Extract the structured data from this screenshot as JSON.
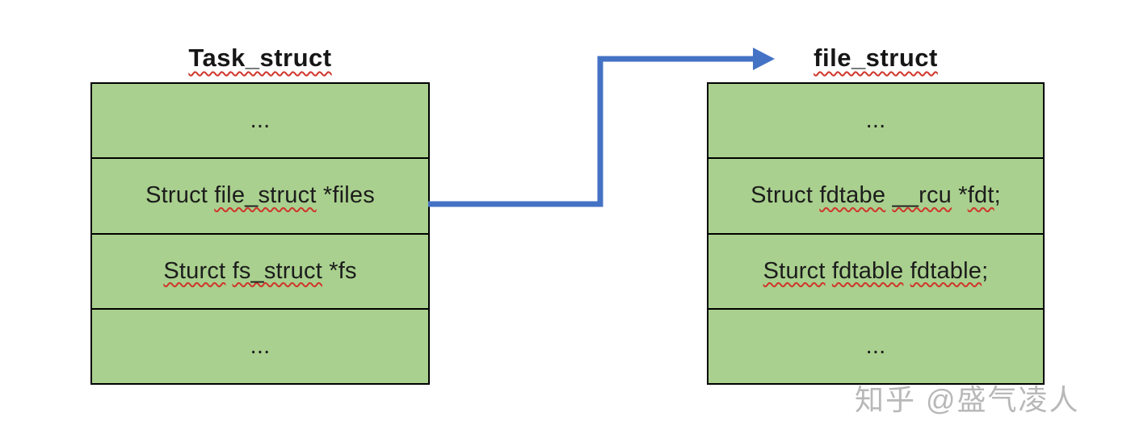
{
  "diagram": {
    "left_table": {
      "title": "Task_struct",
      "rows": [
        {
          "segments": [
            {
              "text": "...",
              "misspelled": false
            }
          ]
        },
        {
          "segments": [
            {
              "text": "Struct ",
              "misspelled": false
            },
            {
              "text": "file_struct",
              "misspelled": true
            },
            {
              "text": " *files",
              "misspelled": false
            }
          ]
        },
        {
          "segments": [
            {
              "text": "Sturct",
              "misspelled": true
            },
            {
              "text": " ",
              "misspelled": false
            },
            {
              "text": "fs_struct",
              "misspelled": true
            },
            {
              "text": " *fs",
              "misspelled": false
            }
          ]
        },
        {
          "segments": [
            {
              "text": "...",
              "misspelled": false
            }
          ]
        }
      ]
    },
    "right_table": {
      "title": "file_struct",
      "rows": [
        {
          "segments": [
            {
              "text": "...",
              "misspelled": false
            }
          ]
        },
        {
          "segments": [
            {
              "text": "Struct ",
              "misspelled": false
            },
            {
              "text": "fdtabe",
              "misspelled": true
            },
            {
              "text": " ",
              "misspelled": false
            },
            {
              "text": "__rcu",
              "misspelled": true
            },
            {
              "text": " *",
              "misspelled": false
            },
            {
              "text": "fdt",
              "misspelled": true
            },
            {
              "text": ";",
              "misspelled": false
            }
          ]
        },
        {
          "segments": [
            {
              "text": "Sturct",
              "misspelled": true
            },
            {
              "text": " ",
              "misspelled": false
            },
            {
              "text": "fdtable",
              "misspelled": true
            },
            {
              "text": " ",
              "misspelled": false
            },
            {
              "text": "fdtable",
              "misspelled": true
            },
            {
              "text": ";",
              "misspelled": false
            }
          ]
        },
        {
          "segments": [
            {
              "text": "...",
              "misspelled": false
            }
          ]
        }
      ]
    },
    "arrow": {
      "meaning": "files pointer references file_struct",
      "color": "#4472C4"
    },
    "colors": {
      "cell_fill": "#A9D08E",
      "cell_border": "#000000",
      "text": "#1c1c1c",
      "squiggle": "#d0352b"
    }
  },
  "watermark": {
    "text": "知乎 @盛气凌人"
  }
}
